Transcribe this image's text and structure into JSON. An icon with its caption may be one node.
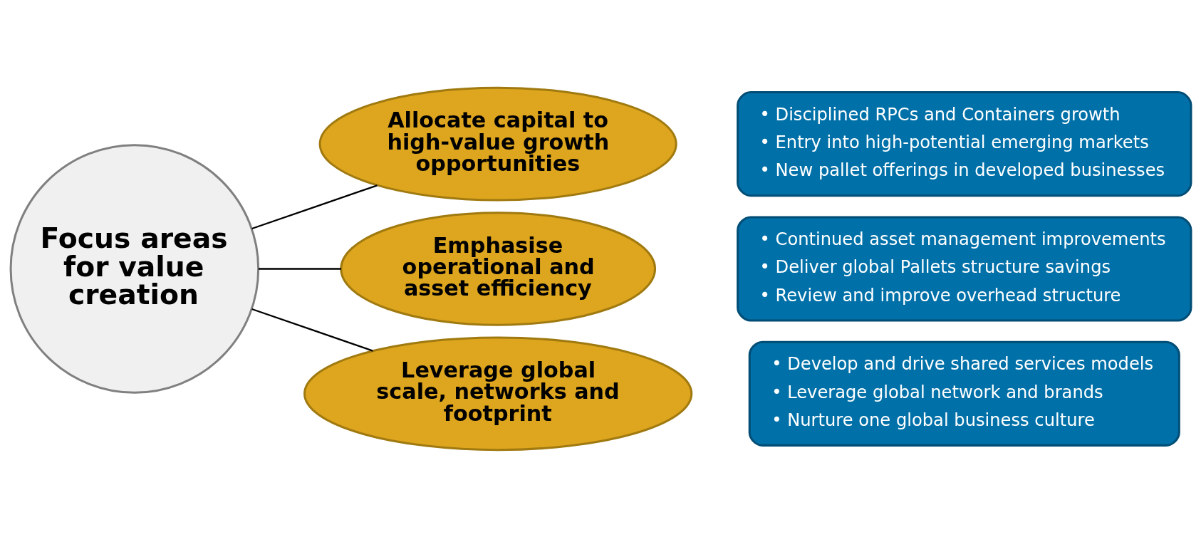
{
  "diagram": {
    "nodes": [
      {
        "text": [
          "Focus areas for value creation"
        ]
      },
      {
        "text": [
          "Allocate capital to high-value growth opportunities"
        ]
      },
      {
        "text": [
          "Emphasise operational and asset efficiency"
        ]
      },
      {
        "text": [
          "Leverage global scale, networks and footprint"
        ]
      },
      {
        "text": [
          "• Disciplined RPCs and Containers growth",
          "• Entry into high-potential emerging markets",
          "• New pallet offerings in developed businesses"
        ]
      },
      {
        "text": [
          "• Continued asset management improvements",
          "• Deliver global Pallets structure savings",
          "• Review and improve overhead structure"
        ]
      },
      {
        "text": [
          "• Develop and drive shared services models",
          "• Leverage global network and brands",
          "• Nurture one global business culture"
        ]
      }
    ],
    "edges": [
      {
        "from": 0,
        "to": 1,
        "arrow": "none"
      },
      {
        "from": 0,
        "to": 2,
        "arrow": "none"
      },
      {
        "from": 0,
        "to": 3,
        "arrow": "none"
      }
    ]
  }
}
